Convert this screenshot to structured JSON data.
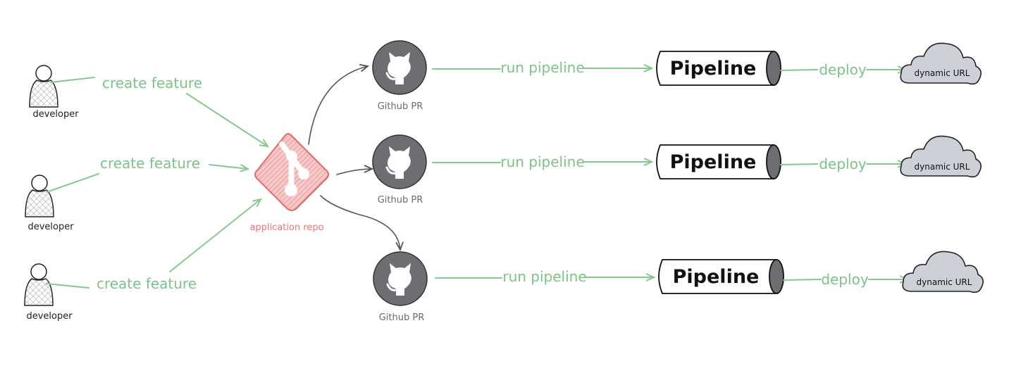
{
  "colors": {
    "edge_green": "#86c98f",
    "label_green": "#7cc486",
    "repo_red": "#e8787a",
    "github_grey": "#6d6e72",
    "cloud_grey": "#cdd0d6"
  },
  "developers": [
    {
      "label": "developer",
      "edge_label": "create feature",
      "icon": "person-icon"
    },
    {
      "label": "developer",
      "edge_label": "create feature",
      "icon": "person-icon"
    },
    {
      "label": "developer",
      "edge_label": "create feature",
      "icon": "person-icon"
    }
  ],
  "repo": {
    "label": "application repo",
    "icon": "git-icon"
  },
  "flows": [
    {
      "pr_label": "Github PR",
      "run_label": "run pipeline",
      "pipeline_label": "Pipeline",
      "deploy_label": "deploy",
      "target_label": "dynamic URL"
    },
    {
      "pr_label": "Github PR",
      "run_label": "run pipeline",
      "pipeline_label": "Pipeline",
      "deploy_label": "deploy",
      "target_label": "dynamic URL"
    },
    {
      "pr_label": "Github PR",
      "run_label": "run pipeline",
      "pipeline_label": "Pipeline",
      "deploy_label": "deploy",
      "target_label": "dynamic URL"
    }
  ]
}
